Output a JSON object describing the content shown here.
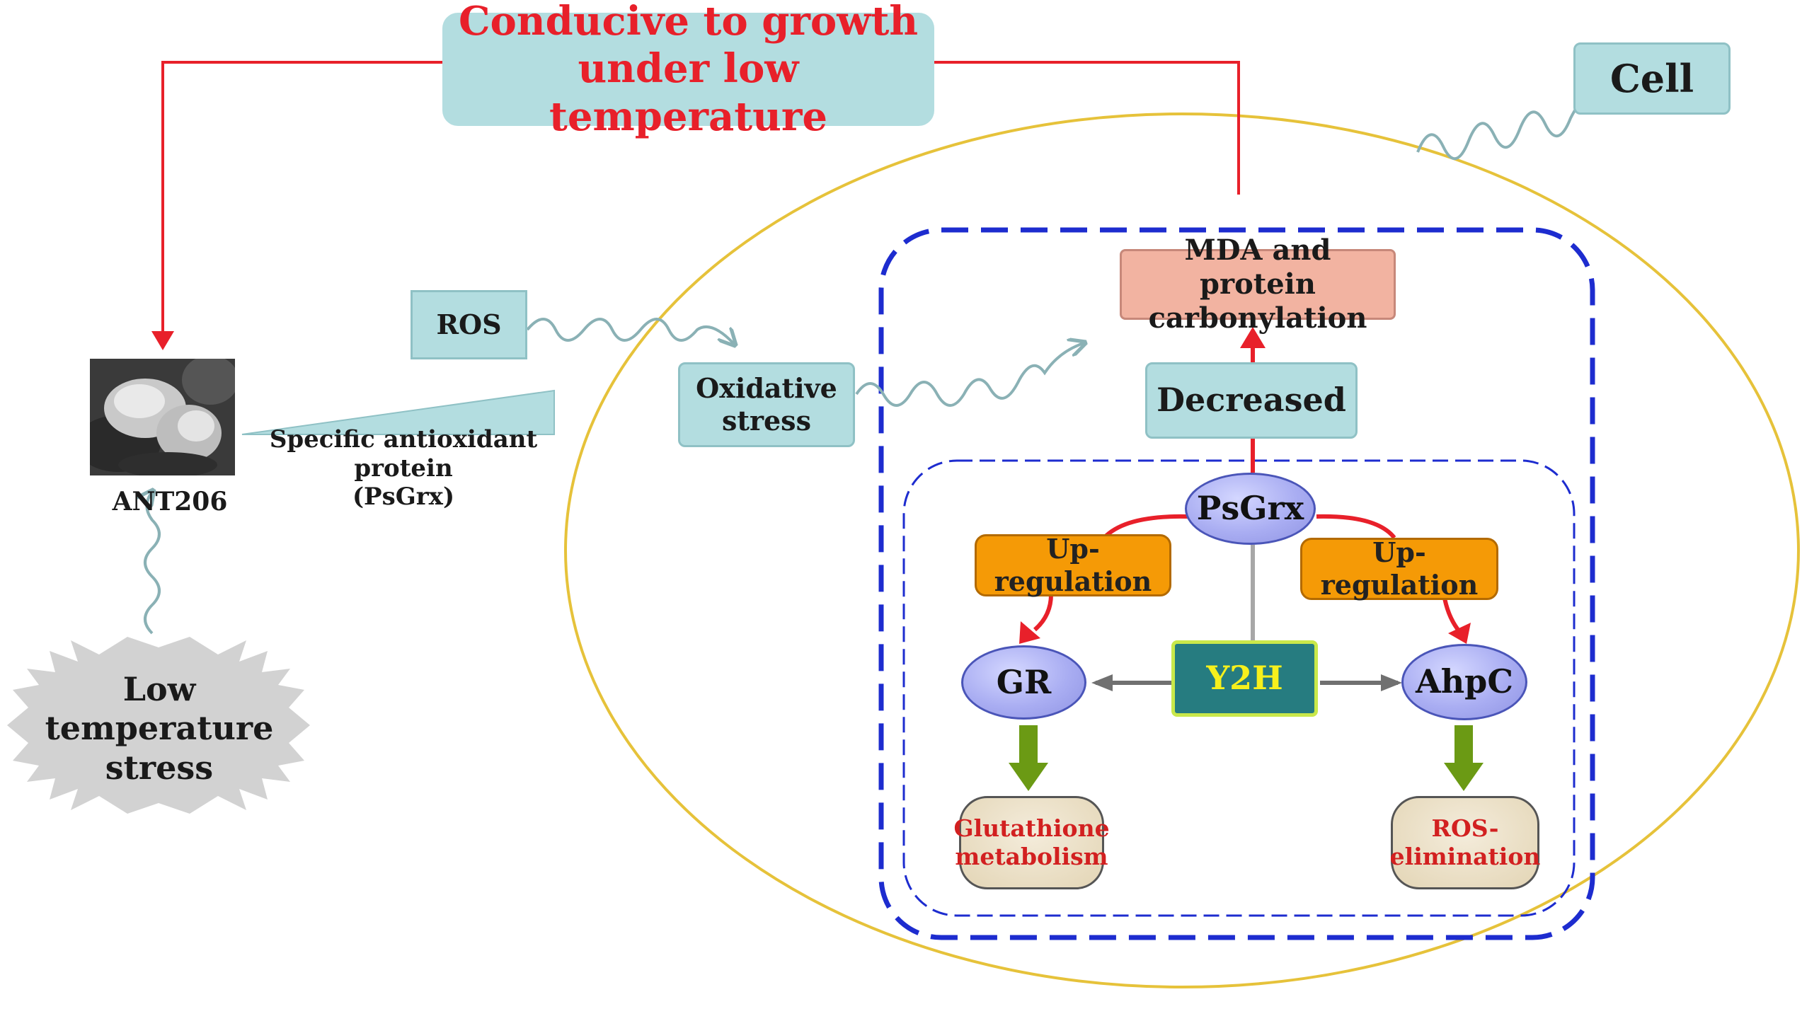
{
  "title_box": {
    "line1": "Conducive to growth",
    "line2": "under low temperature"
  },
  "cell_label": "Cell",
  "ros_label": "ROS",
  "oxidative_stress": {
    "line1": "Oxidative",
    "line2": "stress"
  },
  "organism_label": "ANT206",
  "protein_label": {
    "line1": "Specific antioxidant protein",
    "line2": "(PsGrx)"
  },
  "stress": {
    "line1": "Low temperature",
    "line2": "stress"
  },
  "mda_box": {
    "line1": "MDA and protein",
    "line2": "carbonylation"
  },
  "decreased_label": "Decreased",
  "psgrx_label": "PsGrx",
  "upregulation_left": "Up-regulation",
  "upregulation_right": "Up-regulation",
  "gr_label": "GR",
  "y2h_label": "Y2H",
  "ahpc_label": "AhpC",
  "glutathione": {
    "line1": "Glutathione",
    "line2": "metabolism"
  },
  "ros_elimination": {
    "line1": "ROS-",
    "line2": "elimination"
  },
  "colors": {
    "red_arrow": "#e8202a",
    "teal_box": "#b3dde0",
    "cell_outline": "#e6c23a",
    "dashed_blue": "#1d2ccf",
    "orange": "#f59a06",
    "green_arrow": "#6b9a14",
    "gray_arrow": "#707070",
    "wavy_arrow": "#8ab1b5"
  }
}
